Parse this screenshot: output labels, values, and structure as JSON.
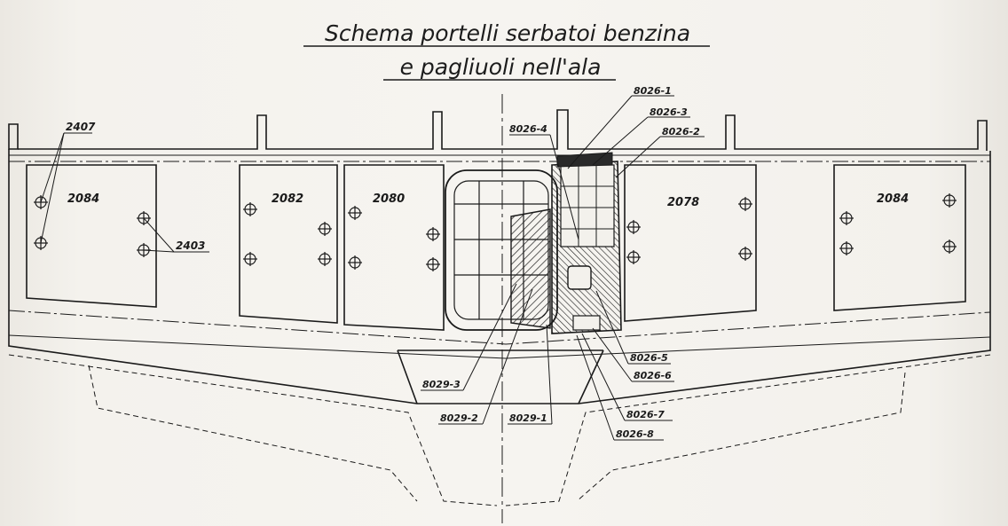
{
  "title": {
    "line1": "Schema portelli serbatoi benzina",
    "line2": "e pagliuoli nell'ala"
  },
  "labels": {
    "l2407": "2407",
    "l2403": "2403",
    "p2084_left": "2084",
    "p2082": "2082",
    "p2080": "2080",
    "p2078": "2078",
    "p2084_right": "2084",
    "l8026_1": "8026-1",
    "l8026_2": "8026-2",
    "l8026_3": "8026-3",
    "l8026_4": "8026-4",
    "l8026_5": "8026-5",
    "l8026_6": "8026-6",
    "l8026_7": "8026-7",
    "l8026_8": "8026-8",
    "l8029_1": "8029-1",
    "l8029_2": "8029-2",
    "l8029_3": "8029-3"
  },
  "colors": {
    "ink": "#1a1a1a",
    "paper": "#f4f2ed"
  }
}
